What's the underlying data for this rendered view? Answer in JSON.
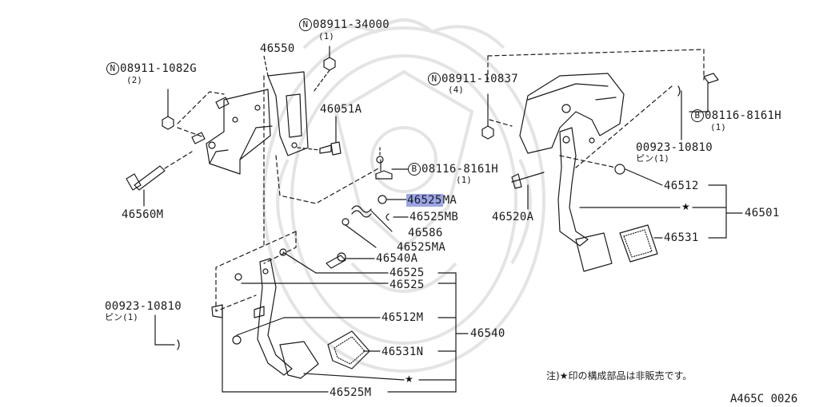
{
  "labels": {
    "n_34000_mark": "N",
    "n_34000": "08911-34000",
    "n_34000_qty": "(1)",
    "p46550": "46550",
    "n_1082g_mark": "N",
    "n_1082g": "08911-1082G",
    "n_1082g_qty": "(2)",
    "p46051a": "46051A",
    "n_10837_mark": "N",
    "n_10837": "08911-10837",
    "n_10837_qty": "(4)",
    "b_left_mark": "B",
    "b_left": "08116-8161H",
    "b_left_qty": "(1)",
    "b_right_mark": "B",
    "b_right": "08116-8161H",
    "b_right_qty": "(1)",
    "pin_right": "00923-10810",
    "pin_right_sub": "ピン(1)",
    "p46560m": "46560M",
    "p46525ma_hl": "46525",
    "p46525ma_hl_suffix": "MA",
    "p46525mb": "46525MB",
    "p46586": "46586",
    "p46525ma": "46525MA",
    "p46540a": "46540A",
    "p46525_a": "46525",
    "p46525_b": "46525",
    "pin_left": "00923-10810",
    "pin_left_sub": "ピン(1)",
    "p46512m": "46512M",
    "p46540": "46540",
    "p46531n": "46531N",
    "star_left": "★",
    "p46525m": "46525M",
    "p46520a": "46520A",
    "p46512": "46512",
    "star_right": "★",
    "p46501": "46501",
    "p46531": "46531",
    "note": "注)★印の構成部品は非販売です。",
    "code": "A465C 0026"
  },
  "colors": {
    "line": "#1a1a1a",
    "highlight": "#9aa6e6",
    "watermark": "#e2e2e2"
  }
}
